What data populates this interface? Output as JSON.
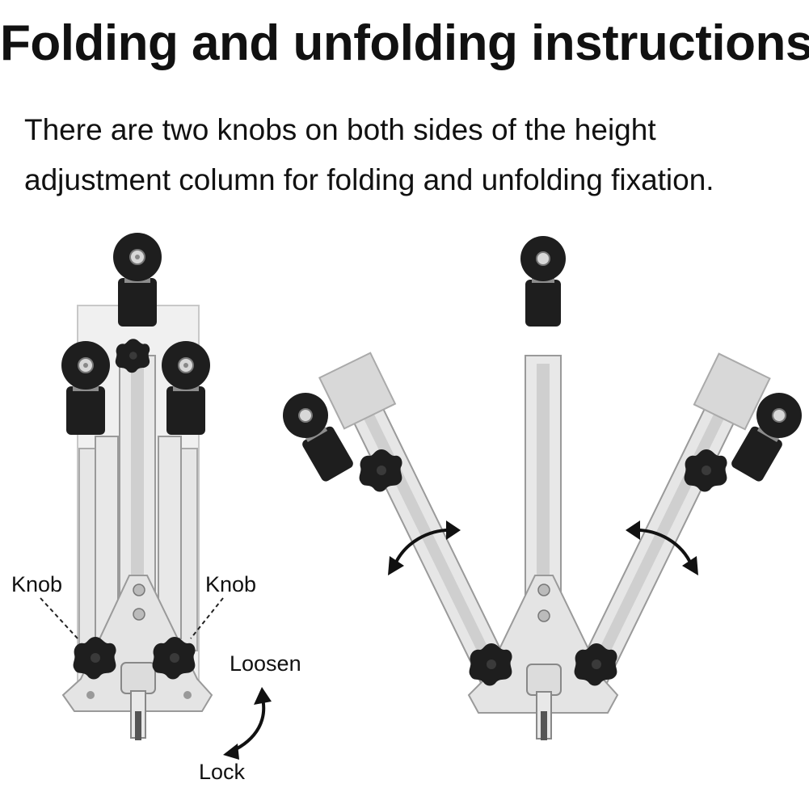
{
  "title": "Folding and unfolding instructions",
  "description": "There are two knobs on both sides of the height\nadjustment column for folding and unfolding fixation.",
  "labels": {
    "knob_left": "Knob",
    "knob_right": "Knob",
    "loosen": "Loosen",
    "lock": "Lock"
  },
  "colors": {
    "metal": "#e2e2e2",
    "metal_edge": "#9a9a9a",
    "rubber": "#1e1e1e",
    "text": "#111111"
  }
}
